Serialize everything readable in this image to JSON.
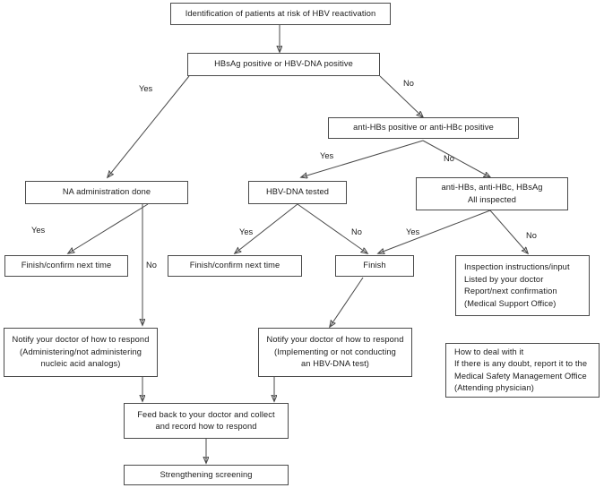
{
  "diagram": {
    "title": "HBV reactivation screening flowchart",
    "accent_color": "#4a4a4a",
    "background_color": "#ffffff",
    "nodes": [
      {
        "id": "n1",
        "label": "Identification of patients at risk of HBV reactivation"
      },
      {
        "id": "n2",
        "label": "HBsAg positive or HBV-DNA positive"
      },
      {
        "id": "n3",
        "label": "anti-HBs positive or anti-HBc positive"
      },
      {
        "id": "n4",
        "label": "NA administration done"
      },
      {
        "id": "n5",
        "label": "HBV-DNA tested"
      },
      {
        "id": "n6",
        "label": "anti-HBs, anti-HBc, HBsAg\nAll inspected"
      },
      {
        "id": "n7",
        "label": "Finish/confirm next time"
      },
      {
        "id": "n8",
        "label": "Finish/confirm next time"
      },
      {
        "id": "n9",
        "label": "Finish"
      },
      {
        "id": "n10",
        "label": "Inspection instructions/input\nListed by your doctor\nReport/next confirmation\n(Medical Support Office)"
      },
      {
        "id": "n11",
        "label": "Notify your doctor of how to respond\n(Administering/not administering\nnucleic acid analogs)"
      },
      {
        "id": "n12",
        "label": "Notify your doctor of how to respond\n(Implementing or not conducting\nan HBV-DNA test)"
      },
      {
        "id": "n13",
        "label": "How to deal with it\nIf there is any doubt, report it to the\nMedical Safety Management Office\n(Attending physician)"
      },
      {
        "id": "n14",
        "label": "Feed back to your doctor and collect\nand record how to respond"
      },
      {
        "id": "n15",
        "label": "Strengthening screening"
      }
    ],
    "edge_labels": [
      {
        "id": "e1",
        "label": "Yes"
      },
      {
        "id": "e2",
        "label": "No"
      },
      {
        "id": "e3",
        "label": "Yes"
      },
      {
        "id": "e4",
        "label": "No"
      },
      {
        "id": "e5",
        "label": "Yes"
      },
      {
        "id": "e6",
        "label": "No"
      },
      {
        "id": "e7",
        "label": "Yes"
      },
      {
        "id": "e8",
        "label": "No"
      },
      {
        "id": "e9",
        "label": "Yes"
      },
      {
        "id": "e10",
        "label": "No"
      }
    ]
  }
}
